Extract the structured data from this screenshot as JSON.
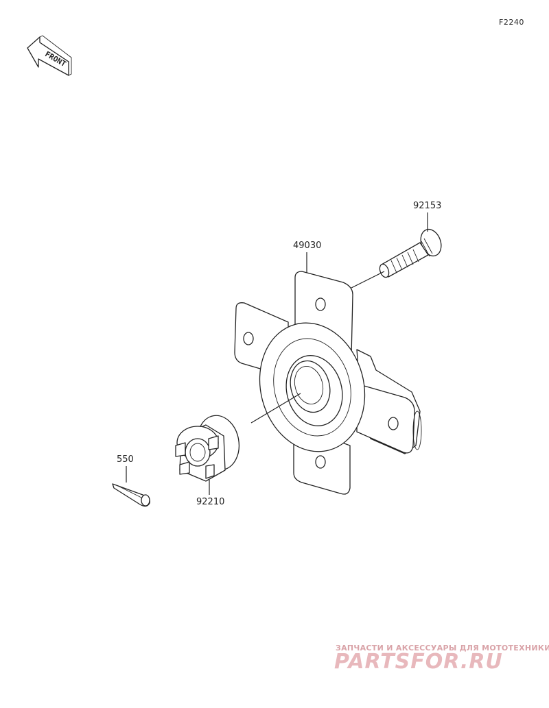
{
  "figure_code": "F2240",
  "front_indicator": {
    "label": "FRONT",
    "icon": "front-arrow-icon"
  },
  "parts": [
    {
      "number": "92153",
      "name_hint": "stud bolt"
    },
    {
      "number": "49030",
      "name_hint": "hub"
    },
    {
      "number": "92210",
      "name_hint": "castle nut"
    },
    {
      "number": "550",
      "name_hint": "cotter pin"
    }
  ],
  "watermark": {
    "caption": "ЗАПЧАСТИ И АКСЕССУАРЫ ДЛЯ МОТОТЕХНИКИ",
    "logo_text": "PARTSFOR.RU",
    "color": "#e8b8bc"
  }
}
